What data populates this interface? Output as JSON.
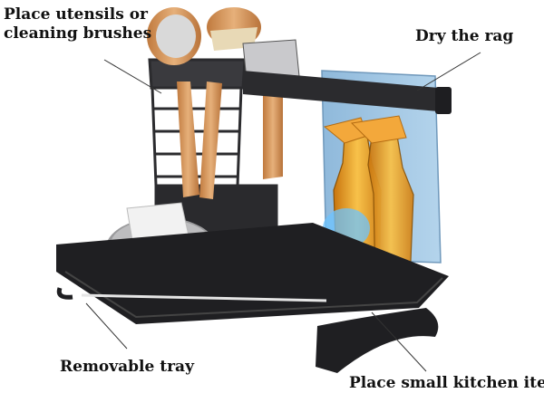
{
  "labels": {
    "utensils": "Place utensils or\ncleaning brushes",
    "utensils_line1": "Place utensils or",
    "utensils_line2": "cleaning brushes",
    "rag": "Dry the rag",
    "tray": "Removable tray",
    "small_items": "Place small kitchen items"
  },
  "colors": {
    "frame": "#2b2b2e",
    "tray": "#1f1f22",
    "wood": "#d79a5f",
    "rag": "#9ec6e4",
    "sponge_top": "#6a9fd6",
    "sponge_mid": "#e9eef2",
    "bottle": "#f0a51c",
    "trigger": "#f3a83b"
  }
}
